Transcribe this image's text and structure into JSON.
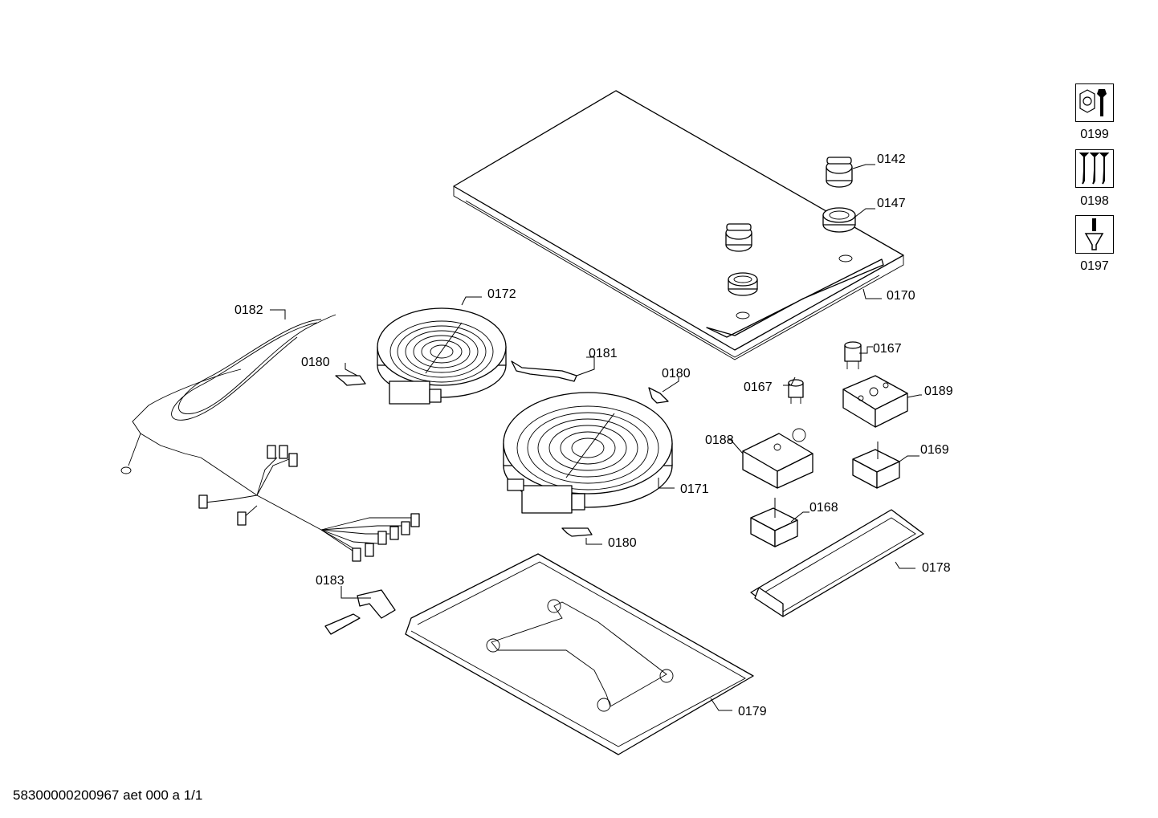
{
  "labels": {
    "p0142": "0142",
    "p0147": "0147",
    "p0170": "0170",
    "p0172": "0172",
    "p0182": "0182",
    "p0181": "0181",
    "p0180a": "0180",
    "p0180b": "0180",
    "p0180c": "0180",
    "p0167a": "0167",
    "p0167b": "0167",
    "p0189": "0189",
    "p0188": "0188",
    "p0169": "0169",
    "p0171": "0171",
    "p0168": "0168",
    "p0178": "0178",
    "p0183": "0183",
    "p0179": "0179"
  },
  "icons": [
    {
      "label": "0199",
      "icon": "nut-wrench-icon"
    },
    {
      "label": "0198",
      "icon": "screws-icon"
    },
    {
      "label": "0197",
      "icon": "screwdriver-icon"
    }
  ],
  "footer": "58300000200967 aet 000 a 1/1"
}
